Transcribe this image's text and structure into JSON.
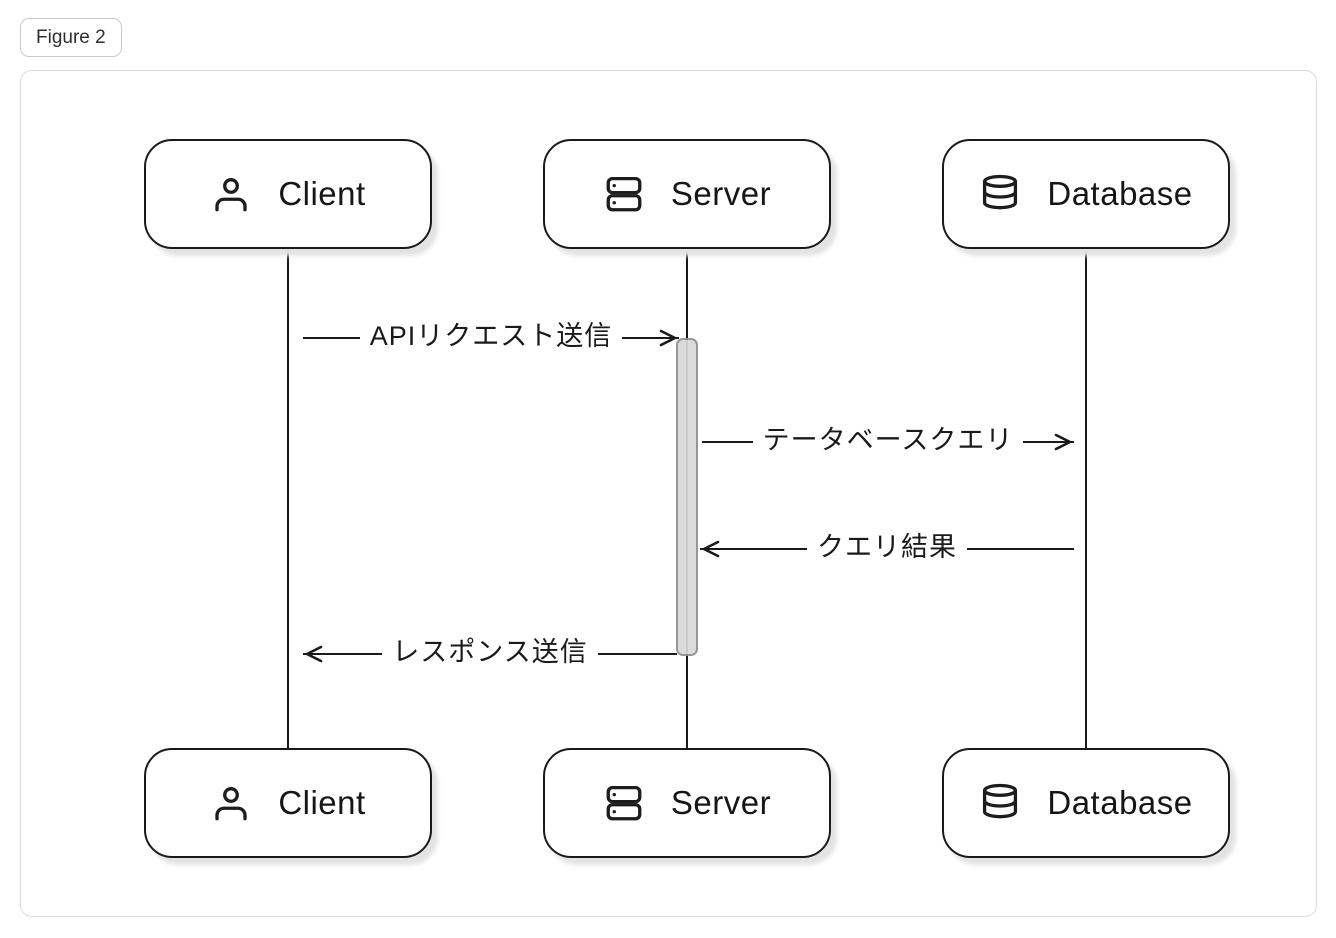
{
  "figure_label": "Figure 2",
  "diagram": {
    "actors": [
      {
        "id": "client",
        "label": "Client",
        "icon": "user-icon"
      },
      {
        "id": "server",
        "label": "Server",
        "icon": "server-icon"
      },
      {
        "id": "database",
        "label": "Database",
        "icon": "database-icon"
      }
    ],
    "messages": [
      {
        "label": "APIリクエスト送信",
        "from": "client",
        "to": "server",
        "direction": "right"
      },
      {
        "label": "テータベースクエリ",
        "from": "server",
        "to": "database",
        "direction": "right"
      },
      {
        "label": "クエリ結果",
        "from": "database",
        "to": "server",
        "direction": "left"
      },
      {
        "label": "レスポンス送信",
        "from": "server",
        "to": "client",
        "direction": "left"
      }
    ],
    "activation": {
      "actor": "server"
    },
    "colors": {
      "stroke": "#1a1a1a",
      "activation_fill": "#d9d9d9",
      "activation_border": "#8f8f8f",
      "container_border": "#dcdcdf",
      "badge_border": "#c9c9cd",
      "shadow": "#e3e3e3",
      "background": "#ffffff"
    }
  }
}
